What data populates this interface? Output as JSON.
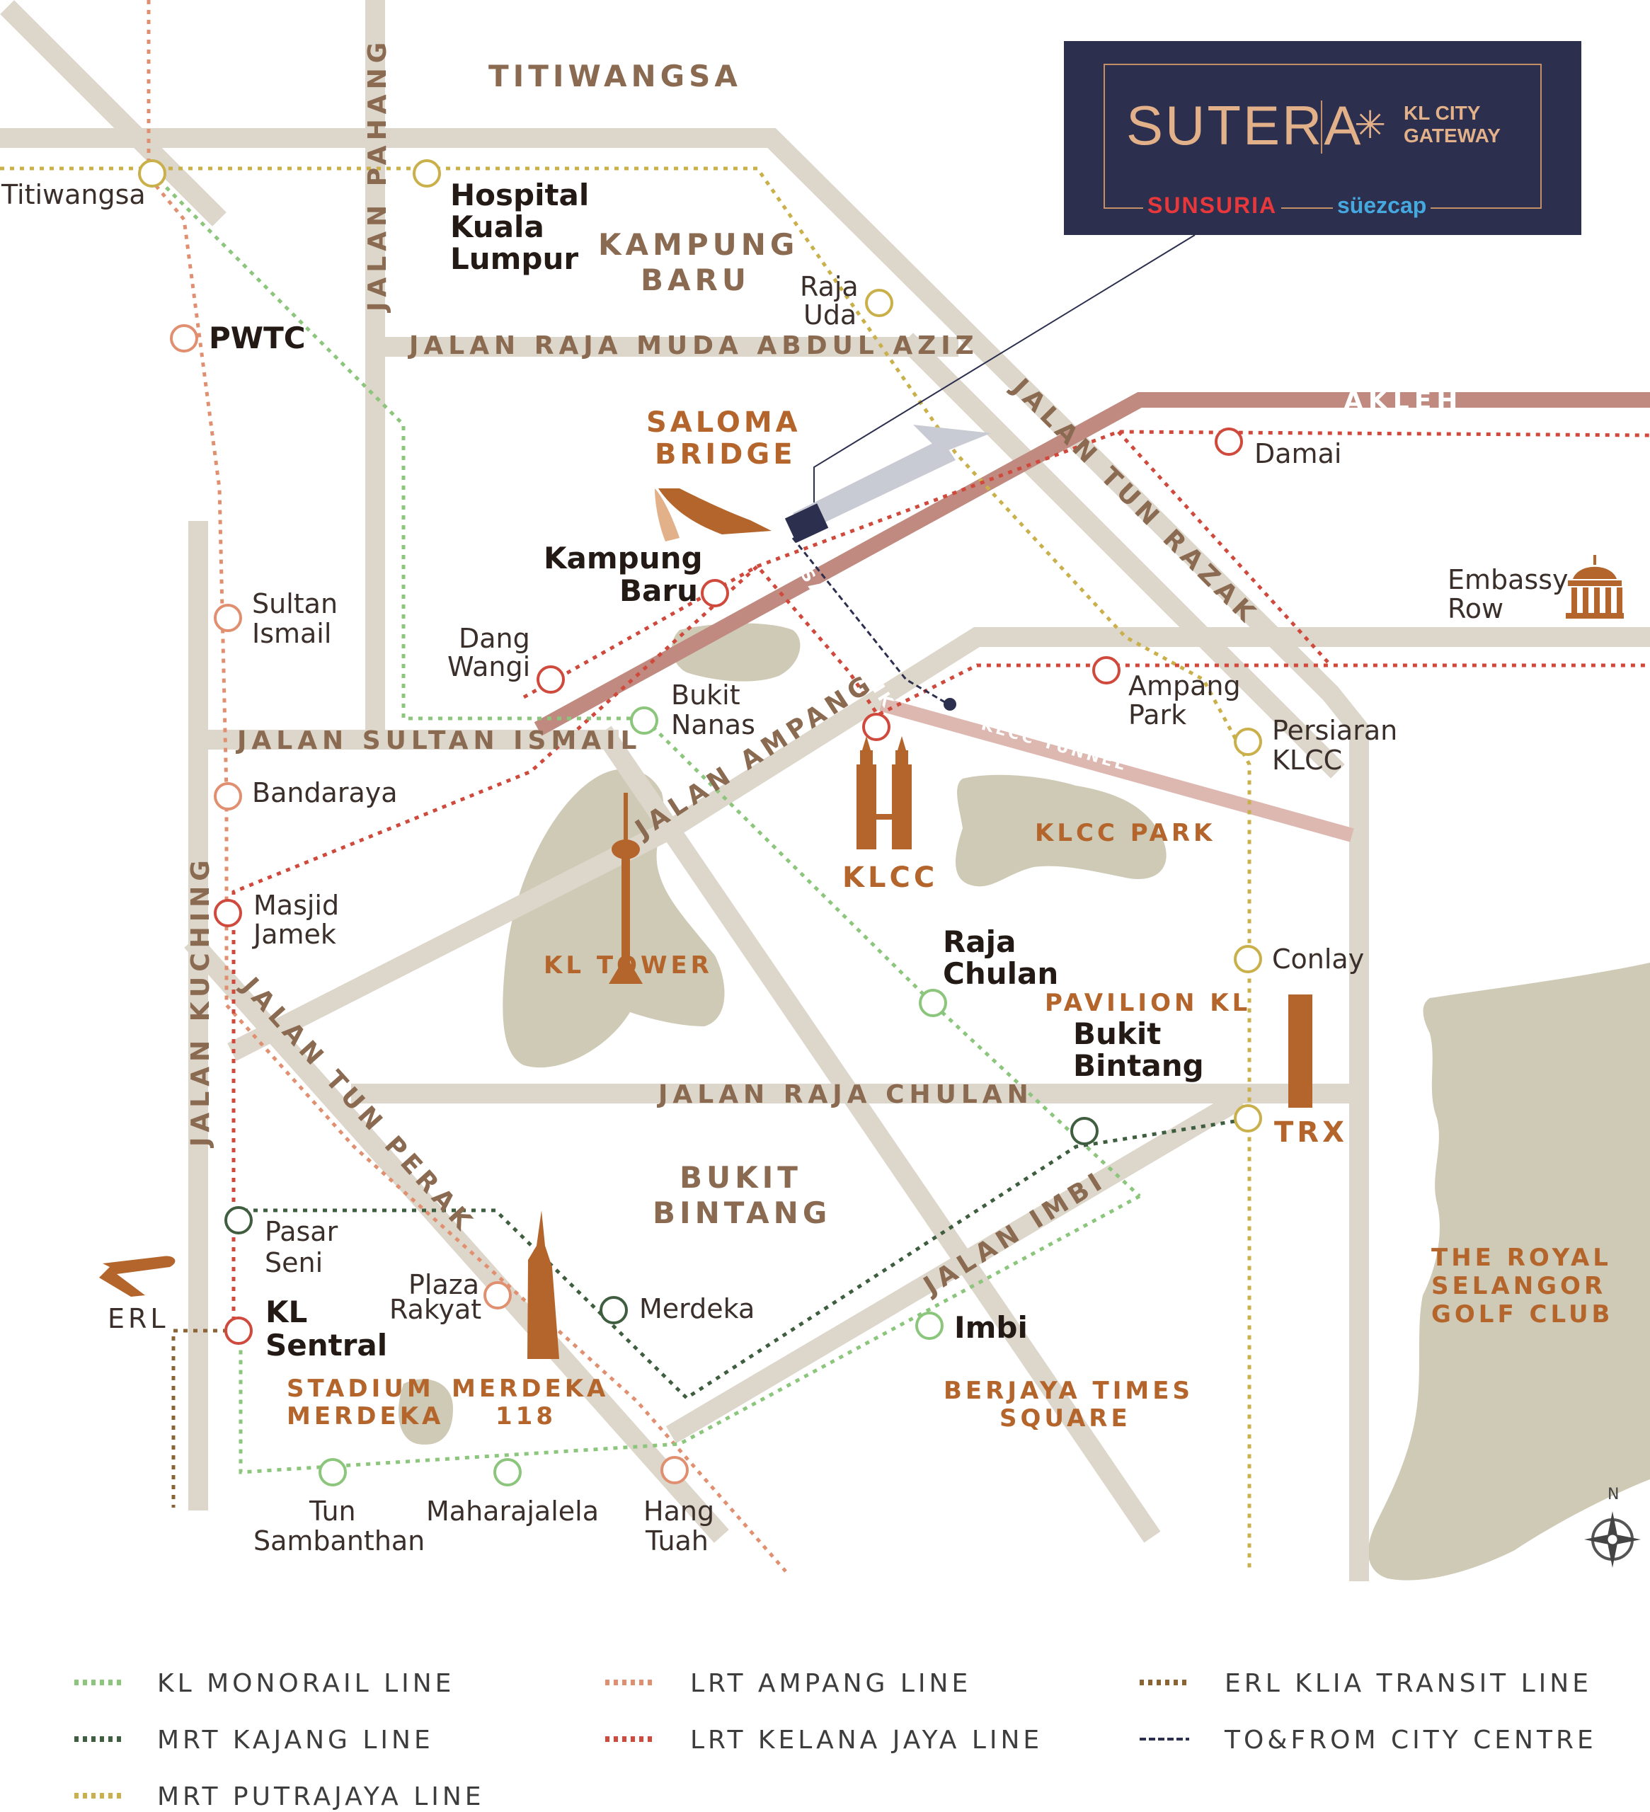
{
  "brand": {
    "title": "SUTERA",
    "subtitle_line1": "KL CITY",
    "subtitle_line2": "GATEWAY",
    "developer_1": "SUNSURIA",
    "developer_2": "süezcap",
    "icon": "gateway-lattice-icon"
  },
  "areas": {
    "titiwangsa": "TITIWANGSA",
    "kampung_baru_1": "KAMPUNG",
    "kampung_baru_2": "BARU",
    "bukit_bintang_1": "BUKIT",
    "bukit_bintang_2": "BINTANG"
  },
  "roads": {
    "jalan_pahang": "JALAN PAHANG",
    "raja_muda": "JALAN RAJA MUDA ABDUL AZIZ",
    "tun_razak": "JALAN TUN RAZAK",
    "akleh": "AKLEH",
    "sultan_ismail": "JALAN SULTAN ISMAIL",
    "ampang": "JALAN AMPANG",
    "saloma_link": "SALOMA LINK",
    "klcc_tunnel": "KLCC TUNNEL",
    "kuching": "JALAN KUCHING",
    "tun_perak": "JALAN TUN PERAK",
    "raja_chulan": "JALAN RAJA CHULAN",
    "imbi": "JALAN IMBI"
  },
  "landmarks": {
    "saloma_1": "SALOMA",
    "saloma_2": "BRIDGE",
    "klcc": "KLCC",
    "klcc_park": "KLCC PARK",
    "kl_tower": "KL TOWER",
    "pavilion": "PAVILION KL",
    "trx": "TRX",
    "royal_1": "THE ROYAL",
    "royal_2": "SELANGOR",
    "royal_3": "GOLF CLUB",
    "stadium_1": "STADIUM",
    "stadium_2": "MERDEKA",
    "merdeka118_1": "MERDEKA",
    "merdeka118_2": "118",
    "berjaya_1": "BERJAYA TIMES",
    "berjaya_2": "SQUARE",
    "erl": "ERL"
  },
  "stations": {
    "titiwangsa": "Titiwangsa",
    "hospital_1": "Hospital",
    "hospital_2": "Kuala",
    "hospital_3": "Lumpur",
    "raja_uda_1": "Raja",
    "raja_uda_2": "Uda",
    "pwtc": "PWTC",
    "damai": "Damai",
    "embassy_1": "Embassy",
    "embassy_2": "Row",
    "kampung_baru_1": "Kampung",
    "kampung_baru_2": "Baru",
    "sultan_ismail_1": "Sultan",
    "sultan_ismail_2": "Ismail",
    "dang_wangi_1": "Dang",
    "dang_wangi_2": "Wangi",
    "bukit_nanas_1": "Bukit",
    "bukit_nanas_2": "Nanas",
    "ampang_park_1": "Ampang",
    "ampang_park_2": "Park",
    "persiaran_1": "Persiaran",
    "persiaran_2": "KLCC",
    "bandaraya": "Bandaraya",
    "masjid_1": "Masjid",
    "masjid_2": "Jamek",
    "raja_chulan_1": "Raja",
    "raja_chulan_2": "Chulan",
    "conlay": "Conlay",
    "bukit_bintang_1": "Bukit",
    "bukit_bintang_2": "Bintang",
    "pasar_seni_1": "Pasar",
    "pasar_seni_2": "Seni",
    "plaza_rakyat_1": "Plaza",
    "plaza_rakyat_2": "Rakyat",
    "merdeka": "Merdeka",
    "kl_sentral_1": "KL",
    "kl_sentral_2": "Sentral",
    "imbi": "Imbi",
    "tun_sambanthan_1": "Tun",
    "tun_sambanthan_2": "Sambanthan",
    "maharajalela": "Maharajalela",
    "hang_tuah_1": "Hang",
    "hang_tuah_2": "Tuah"
  },
  "legend": [
    {
      "label": "KL MONORAIL LINE",
      "color": "#8cc57c"
    },
    {
      "label": "MRT KAJANG LINE",
      "color": "#3f5e3f"
    },
    {
      "label": "MRT PUTRAJAYA LINE",
      "color": "#c9b04a"
    },
    {
      "label": "LRT AMPANG LINE",
      "color": "#e09070"
    },
    {
      "label": "LRT KELANA JAYA LINE",
      "color": "#cf4a3c"
    },
    {
      "label": "ERL KLIA TRANSIT LINE",
      "color": "#8a6434"
    },
    {
      "label": "TO&FROM CITY CENTRE",
      "color": "#2c2f4d"
    }
  ],
  "compass": {
    "north": "N",
    "icon": "compass-icon"
  },
  "colors": {
    "road": "#ddd6cb",
    "park": "#cfcab6",
    "akleh": "#c08a80",
    "landmark": "#b4652c",
    "brand_bg": "#2c2f4d"
  }
}
